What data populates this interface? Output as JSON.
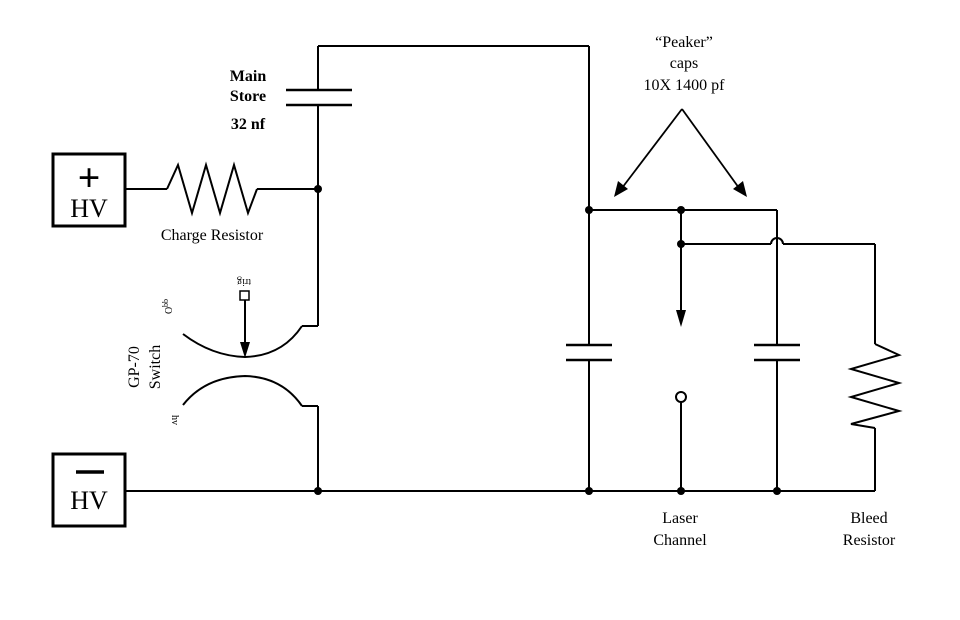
{
  "labels": {
    "main_store_line1": "Main",
    "main_store_line2": "Store",
    "main_store_value": "32 nf",
    "peaker_line1": "“Peaker”",
    "peaker_line2": "caps",
    "peaker_line3": "10X 1400 pf",
    "charge_resistor": "Charge  Resistor",
    "hv": "HV",
    "plus": "+",
    "minus": "−",
    "switch_line1": "GP-70",
    "switch_line2": "Switch",
    "trig": "trig",
    "bb_prefix": "O",
    "bb_super": "bb",
    "hv_small": "hv",
    "laser_line1": "Laser",
    "laser_line2": "Channel",
    "bleed_line1": "Bleed",
    "bleed_line2": "Resistor"
  }
}
